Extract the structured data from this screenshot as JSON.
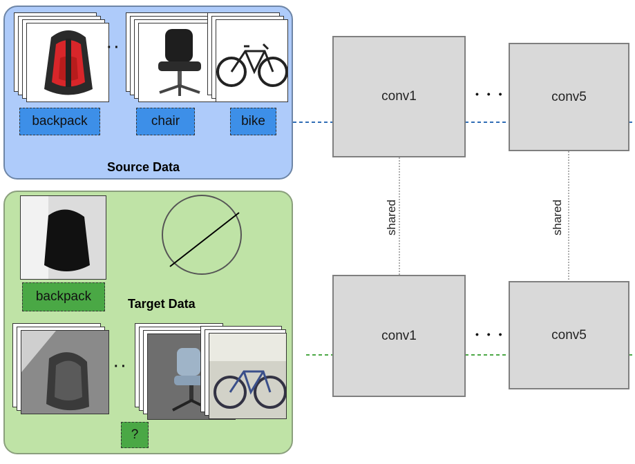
{
  "source": {
    "title": "Source Data",
    "labels": [
      "backpack",
      "chair",
      "bike"
    ],
    "images": [
      "backpack-photo",
      "chair-photo",
      "bike-photo"
    ]
  },
  "target": {
    "title": "Target Data",
    "labels": [
      "backpack",
      "?"
    ],
    "images": [
      "backpack-photo",
      "backpack-photo",
      "chair-photo",
      "bike-photo"
    ]
  },
  "network": {
    "top_layers": [
      "conv1",
      "conv5"
    ],
    "bottom_layers": [
      "conv1",
      "conv5"
    ],
    "shared_label": "shared",
    "ellipsis": "• • •"
  },
  "colors": {
    "source_bg": "#aecbfa",
    "target_bg": "#bfe3a6",
    "source_line": "#2f6db5",
    "target_line": "#4aa845",
    "conv_bg": "#d9d9d9"
  }
}
